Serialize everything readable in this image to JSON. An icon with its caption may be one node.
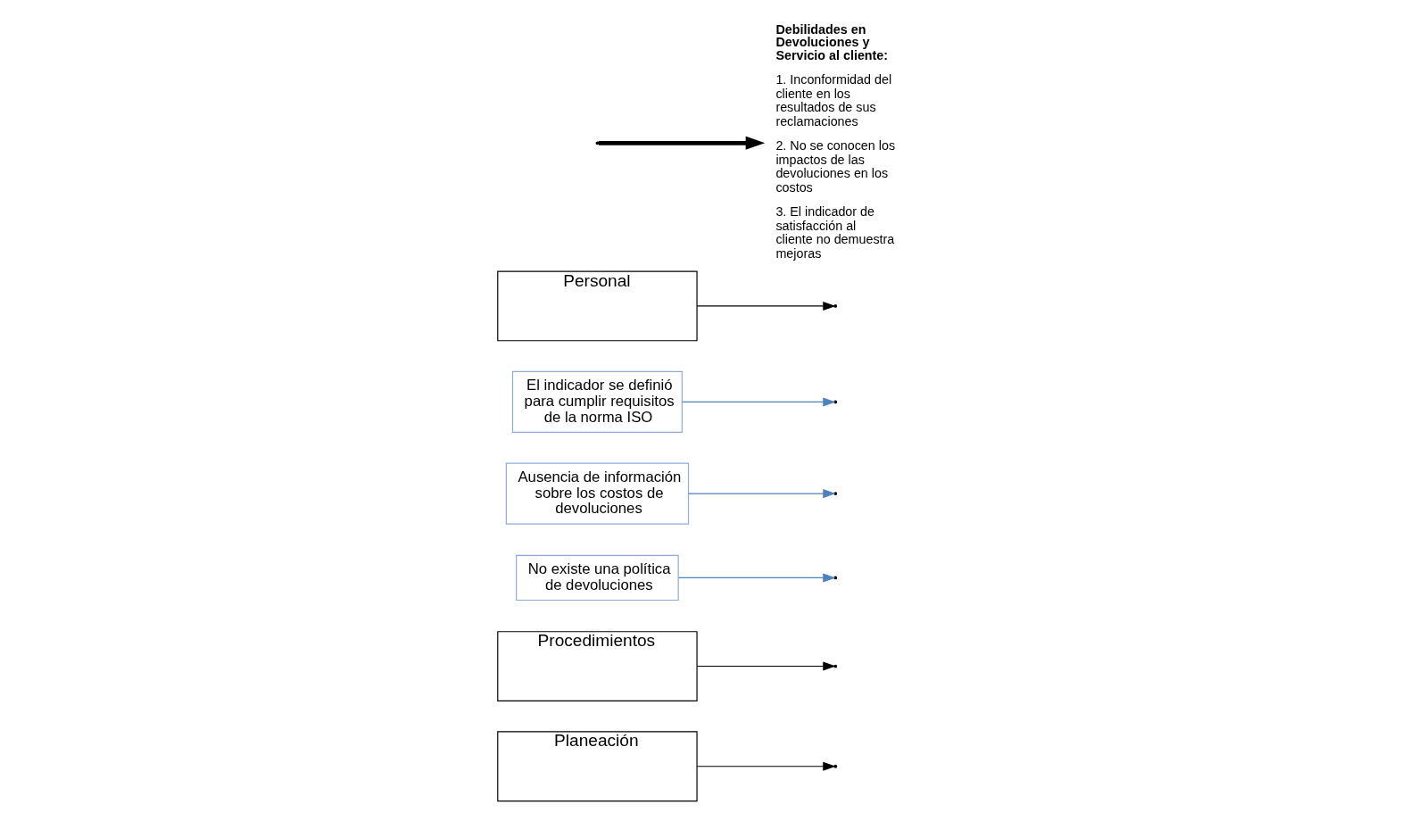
{
  "diagram": {
    "nodes": [
      {
        "text": [
          "Planeación"
        ]
      },
      {
        "text": [
          "Procedimientos"
        ]
      },
      {
        "text": [
          "No existe una política de devoluciones"
        ]
      },
      {
        "text": [
          "Ausencia de información sobre los costos de devoluciones"
        ]
      },
      {
        "text": [
          "El indicador se definió para cumplir requisitos de la norma ISO"
        ]
      },
      {
        "text": [
          "Personal"
        ]
      },
      {
        "text": [
          "Debilidades en Devoluciones y Servicio al cliente:",
          "1. Inconformidad del cliente en los resultados de sus reclamaciones",
          "2. No se conocen los impactos de las devoluciones en los costos",
          "3. El indicador de satisfacción al cliente no demuestra mejoras"
        ]
      }
    ],
    "edges": [
      {
        "from": null,
        "to": 6,
        "arrow": "to",
        "style": "thick"
      },
      {
        "from": 0,
        "to": null,
        "arrow": "to"
      },
      {
        "from": 1,
        "to": null,
        "arrow": "to"
      },
      {
        "from": 2,
        "to": null,
        "arrow": "to",
        "color": "#4f81bd"
      },
      {
        "from": 3,
        "to": null,
        "arrow": "to",
        "color": "#4f81bd"
      },
      {
        "from": 4,
        "to": null,
        "arrow": "to",
        "color": "#4f81bd"
      },
      {
        "from": 5,
        "to": null,
        "arrow": "to"
      }
    ]
  }
}
